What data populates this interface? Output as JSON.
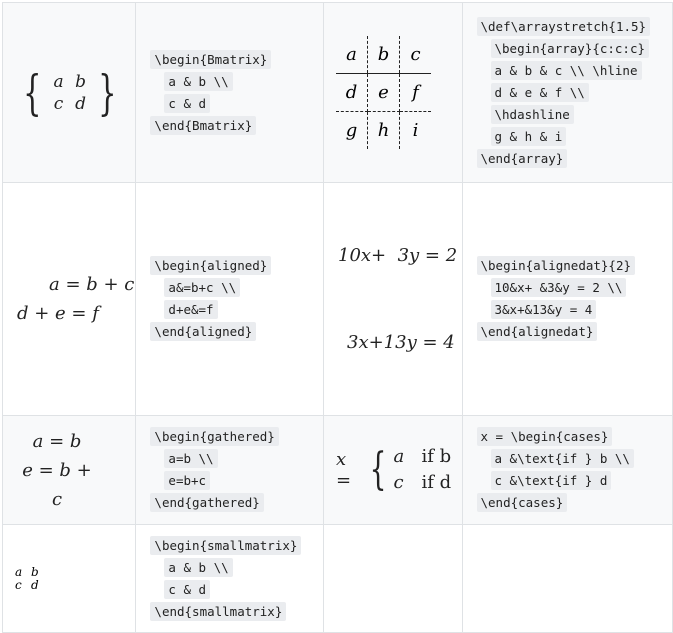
{
  "rows": [
    {
      "math_matrix": {
        "cells": [
          [
            "a",
            "b"
          ],
          [
            "c",
            "d"
          ]
        ]
      },
      "code": [
        "\\begin{Bmatrix}",
        "a & b \\\\",
        "c & d",
        "\\end{Bmatrix}"
      ],
      "array": {
        "cells": [
          [
            "a",
            "b",
            "c"
          ],
          [
            "d",
            "e",
            "f"
          ],
          [
            "g",
            "h",
            "i"
          ]
        ]
      },
      "code2": [
        "\\def\\arraystretch{1.5}",
        "\\begin{array}{c:c:c}",
        "a & b & c \\\\ \\hline",
        "d & e & f \\\\",
        "\\hdashline",
        "g & h & i",
        "\\end{array}"
      ]
    },
    {
      "aligned": [
        "a = b + c",
        "d + e = f"
      ],
      "code": [
        "\\begin{aligned}",
        "a&=b+c \\\\",
        "d+e&=f",
        "\\end{aligned}"
      ],
      "alignedat": [
        "10x+  3y = 2",
        "3x+13y = 4"
      ],
      "code2": [
        "\\begin{alignedat}{2}",
        "10&x+ &3&y = 2 \\\\",
        "3&x+&13&y = 4",
        "\\end{alignedat}"
      ]
    },
    {
      "gathered": [
        "a = b",
        "e = b + c"
      ],
      "code": [
        "\\begin{gathered}",
        "a=b \\\\",
        "e=b+c",
        "\\end{gathered}"
      ],
      "cases": {
        "lhs": "x =",
        "rows": [
          [
            "a",
            "if b"
          ],
          [
            "c",
            "if d"
          ]
        ]
      },
      "code2": [
        "x = \\begin{cases}",
        "a &\\text{if } b \\\\",
        "c &\\text{if } d",
        "\\end{cases}"
      ]
    },
    {
      "smallmatrix": [
        [
          "a",
          "b"
        ],
        [
          "c",
          "d"
        ]
      ],
      "code": [
        "\\begin{smallmatrix}",
        "a & b \\\\",
        "c & d",
        "\\end{smallmatrix}"
      ]
    }
  ]
}
